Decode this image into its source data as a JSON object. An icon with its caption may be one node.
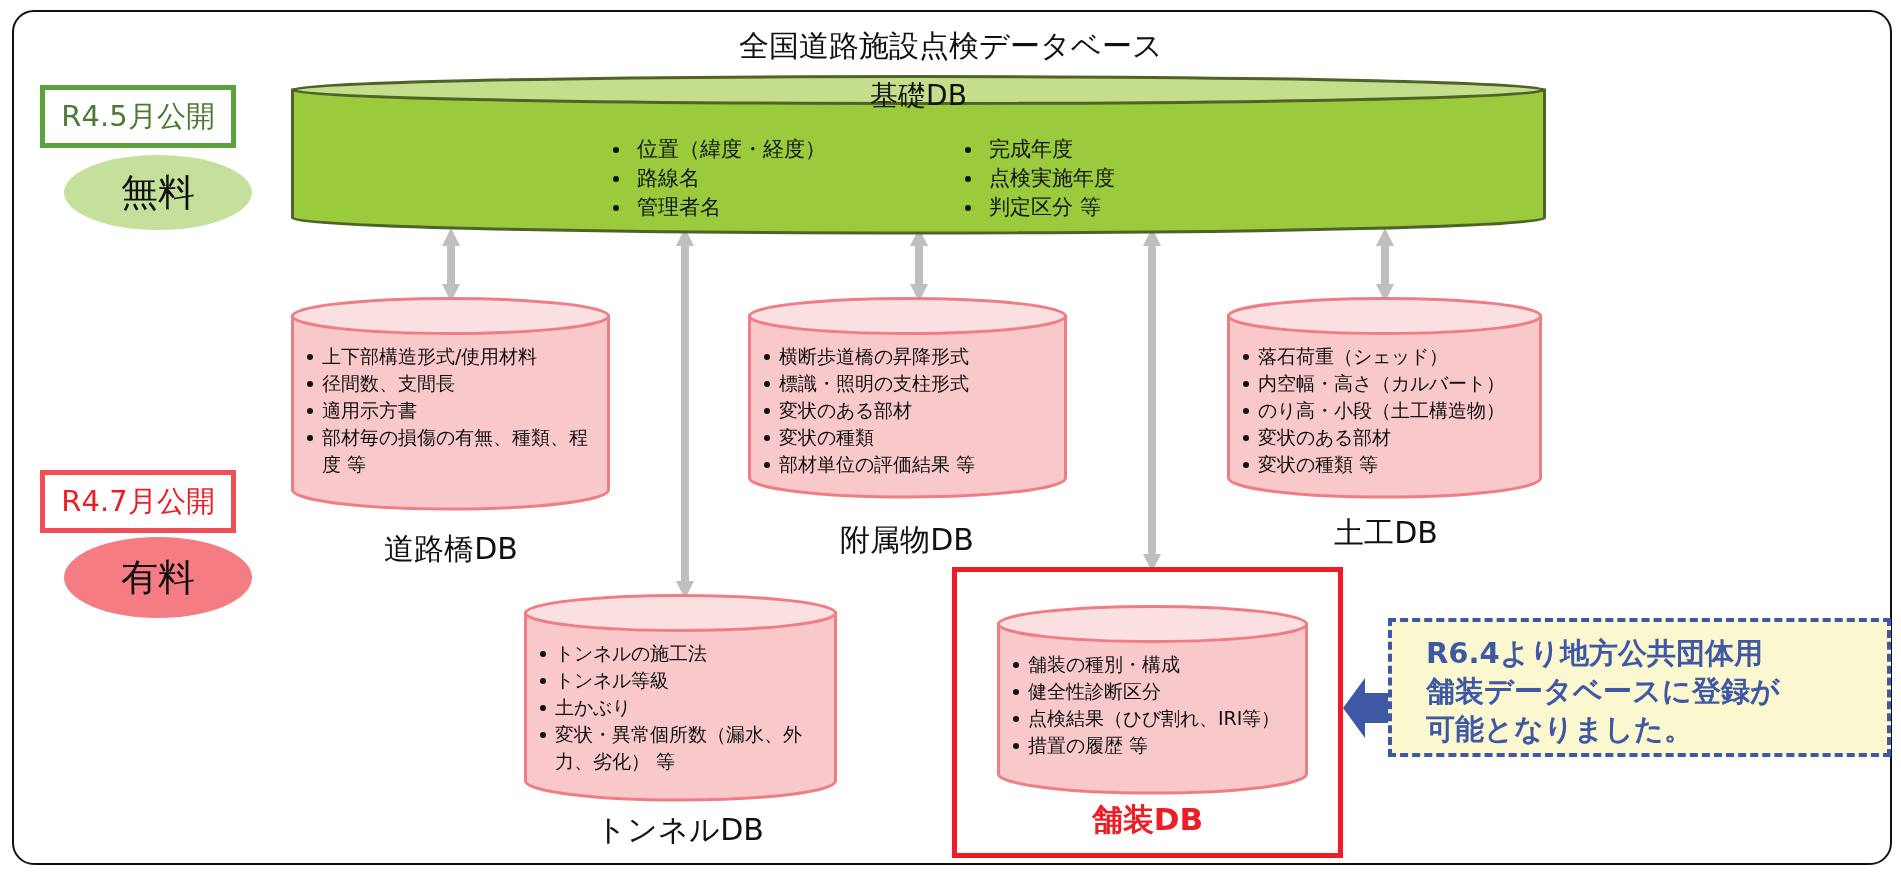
{
  "diagram": {
    "title": "全国道路施設点検データベース",
    "nodes": [
      {
        "text": [
          "R4.5月公開"
        ]
      },
      {
        "text": [
          "無料"
        ]
      },
      {
        "text": [
          "基礎DB",
          "位置（緯度・経度）",
          "路線名",
          "管理者名",
          "完成年度",
          "点検実施年度",
          "判定区分 等"
        ]
      },
      {
        "text": [
          "上下部構造形式/使用材料",
          "径間数、支間長",
          "適用示方書",
          "部材毎の損傷の有無、種類、程度 等"
        ],
        "beside": [
          "道路橋DB"
        ]
      },
      {
        "text": [
          "横断歩道橋の昇降形式",
          "標識・照明の支柱形式",
          "変状のある部材",
          "変状の種類",
          "部材単位の評価結果 等"
        ],
        "beside": [
          "附属物DB"
        ]
      },
      {
        "text": [
          "落石荷重（シェッド）",
          "内空幅・高さ（カルバート）",
          "のり高・小段（土工構造物）",
          "変状のある部材",
          "変状の種類 等"
        ],
        "beside": [
          "土工DB"
        ]
      },
      {
        "text": [
          "R4.7月公開"
        ]
      },
      {
        "text": [
          "有料"
        ]
      },
      {
        "text": [
          "トンネルの施工法",
          "トンネル等級",
          "土かぶり",
          "変状・異常個所数（漏水、外力、劣化） 等"
        ],
        "beside": [
          "トンネルDB"
        ]
      },
      {
        "text": [
          "舗装DB"
        ]
      },
      {
        "text": [
          "舗装の種別・構成",
          "健全性診断区分",
          "点検結果（ひび割れ、IRI等）",
          "措置の履歴 等"
        ],
        "in": 9
      },
      {
        "text": [
          "R6.4より地方公共団体用舗装データベースに登録が可能となりました。"
        ]
      }
    ],
    "edges": [
      {
        "from": 2,
        "to": 3,
        "arrow": "both"
      },
      {
        "from": 2,
        "to": 8,
        "arrow": "both"
      },
      {
        "from": 2,
        "to": 4,
        "arrow": "both"
      },
      {
        "from": 2,
        "to": 9,
        "arrow": "both"
      },
      {
        "from": 2,
        "to": 5,
        "arrow": "both"
      },
      {
        "from": 11,
        "to": 9,
        "arrow": "to",
        "style": "thick",
        "color": "#3f58a6"
      }
    ]
  }
}
